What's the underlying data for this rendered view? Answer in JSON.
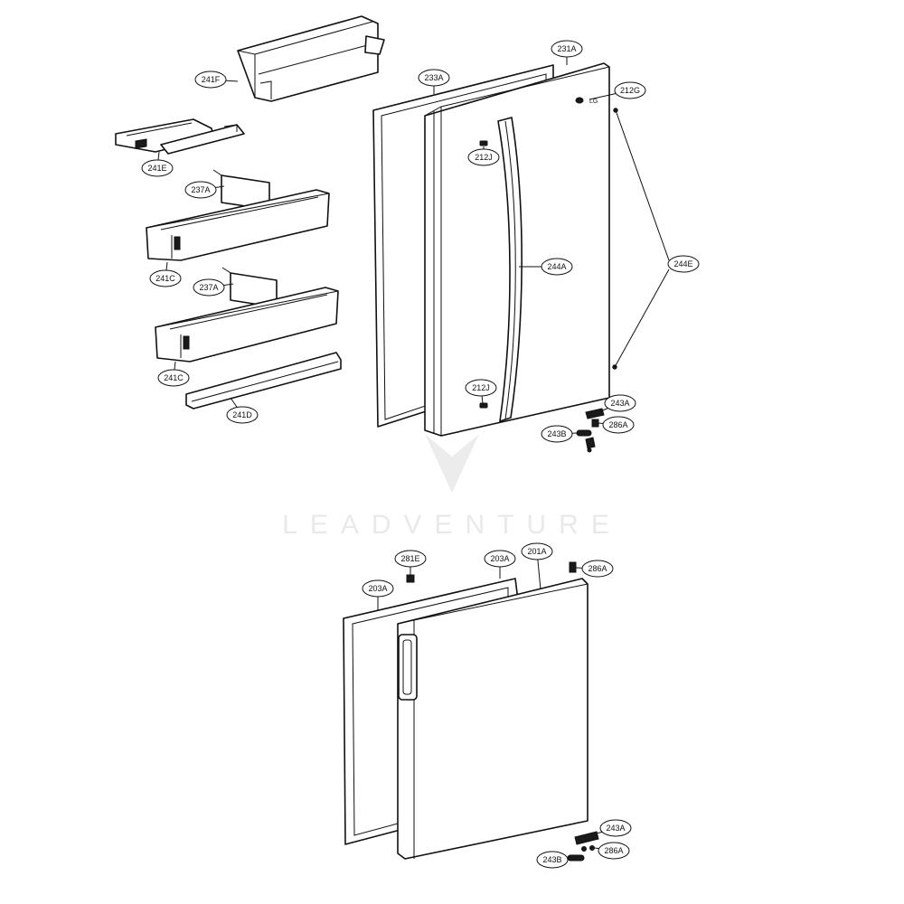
{
  "watermark": "LEADVENTURE",
  "callouts": [
    {
      "id": "c-241F",
      "label": "241F"
    },
    {
      "id": "c-241E",
      "label": "241E"
    },
    {
      "id": "c-237A-1",
      "label": "237A"
    },
    {
      "id": "c-241C-1",
      "label": "241C"
    },
    {
      "id": "c-237A-2",
      "label": "237A"
    },
    {
      "id": "c-241C-2",
      "label": "241C"
    },
    {
      "id": "c-241D",
      "label": "241D"
    },
    {
      "id": "c-233A",
      "label": "233A"
    },
    {
      "id": "c-231A",
      "label": "231A"
    },
    {
      "id": "c-212G",
      "label": "212G"
    },
    {
      "id": "c-212J-1",
      "label": "212J"
    },
    {
      "id": "c-244A",
      "label": "244A"
    },
    {
      "id": "c-244E",
      "label": "244E"
    },
    {
      "id": "c-212J-2",
      "label": "212J"
    },
    {
      "id": "c-243A-1",
      "label": "243A"
    },
    {
      "id": "c-286A-1",
      "label": "286A"
    },
    {
      "id": "c-243B-1",
      "label": "243B"
    },
    {
      "id": "c-281E",
      "label": "281E"
    },
    {
      "id": "c-203A-1",
      "label": "203A"
    },
    {
      "id": "c-201A",
      "label": "201A"
    },
    {
      "id": "c-286A-2",
      "label": "286A"
    },
    {
      "id": "c-203A-2",
      "label": "203A"
    },
    {
      "id": "c-243A-2",
      "label": "243A"
    },
    {
      "id": "c-286A-3",
      "label": "286A"
    },
    {
      "id": "c-243B-2",
      "label": "243B"
    }
  ]
}
